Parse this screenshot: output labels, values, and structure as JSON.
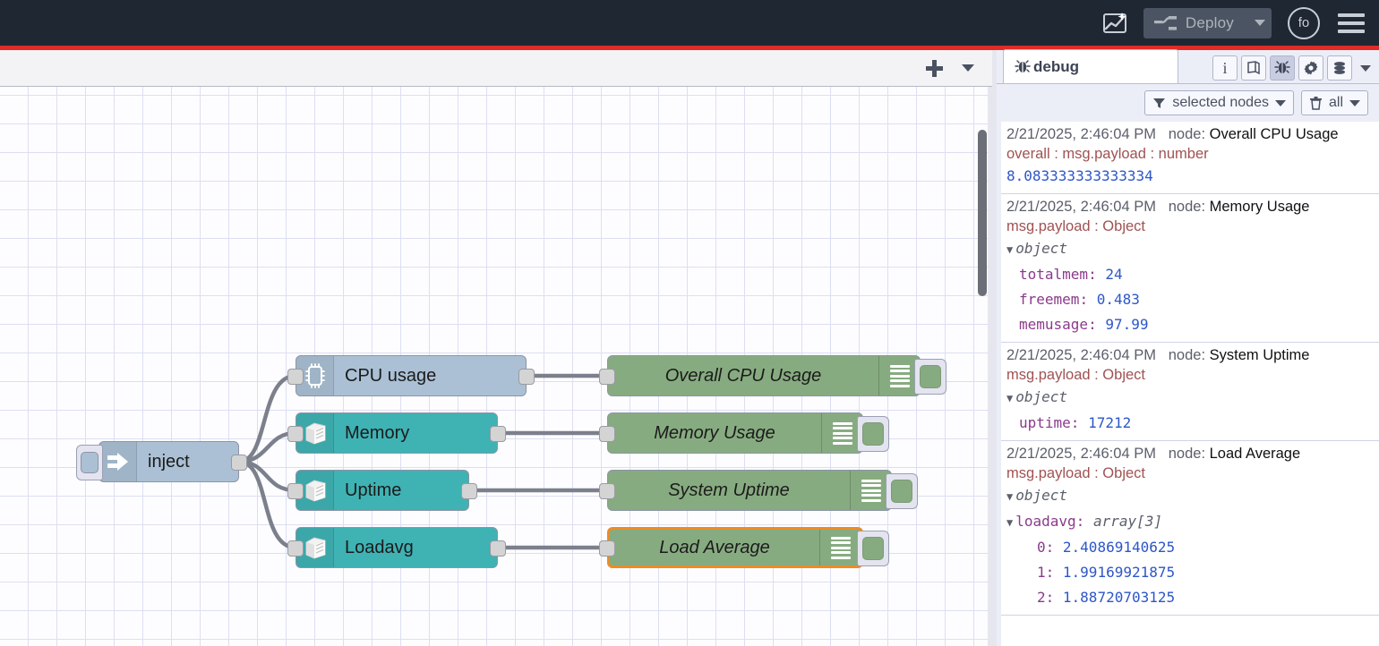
{
  "header": {
    "ai_icon": "flow-sparkle-icon",
    "deploy_label": "Deploy",
    "deploy_icon": "deploy-icon",
    "deploy_caret": "chevron-down-icon",
    "avatar_initials": "fo",
    "menu_icon": "hamburger-menu-icon",
    "accent_color": "#e02b27",
    "bg_color": "#1f2733"
  },
  "workspace": {
    "add_tab_label": "+",
    "tab_menu_icon": "chevron-down-icon",
    "nodes": [
      {
        "id": "inject",
        "label": "inject",
        "type": "inject",
        "icon": "arrow-right-icon",
        "color": "#abc0d4"
      },
      {
        "id": "cpu",
        "label": "CPU usage",
        "type": "cpu",
        "icon": "microchip-icon",
        "color": "#abc0d4"
      },
      {
        "id": "memory",
        "label": "Memory",
        "type": "hw",
        "icon": "server-cube-icon",
        "color": "#3fb2b4"
      },
      {
        "id": "uptime",
        "label": "Uptime",
        "type": "hw",
        "icon": "server-cube-icon",
        "color": "#3fb2b4"
      },
      {
        "id": "loadavg",
        "label": "Loadavg",
        "type": "hw",
        "icon": "server-cube-icon",
        "color": "#3fb2b4"
      },
      {
        "id": "dbg-cpu",
        "label": "Overall CPU Usage",
        "type": "debug",
        "icon": "debug-lines-icon",
        "color": "#87ab80",
        "selected": false
      },
      {
        "id": "dbg-mem",
        "label": "Memory Usage",
        "type": "debug",
        "icon": "debug-lines-icon",
        "color": "#87ab80",
        "selected": false
      },
      {
        "id": "dbg-up",
        "label": "System Uptime",
        "type": "debug",
        "icon": "debug-lines-icon",
        "color": "#87ab80",
        "selected": false
      },
      {
        "id": "dbg-load",
        "label": "Load Average",
        "type": "debug",
        "icon": "debug-lines-icon",
        "color": "#87ab80",
        "selected": true
      }
    ],
    "selection_color": "#ef8b23"
  },
  "sidebar": {
    "tab": {
      "label": "debug",
      "icon": "bug-icon"
    },
    "tools": [
      {
        "name": "info-icon",
        "glyph": "i",
        "active": false
      },
      {
        "name": "book-icon",
        "glyph": "",
        "active": false
      },
      {
        "name": "bug-icon",
        "glyph": "",
        "active": true
      },
      {
        "name": "gear-icon",
        "glyph": "",
        "active": false
      },
      {
        "name": "layers-icon",
        "glyph": "",
        "active": false
      }
    ],
    "tools_caret": "chevron-down-icon",
    "filter": {
      "label": "selected nodes",
      "icon": "filter-icon",
      "caret": "chevron-down-icon"
    },
    "clear": {
      "label": "all",
      "icon": "trash-icon",
      "caret": "chevron-down-icon"
    },
    "messages": [
      {
        "timestamp": "2/21/2025, 2:46:04 PM",
        "node_prefix": "node: ",
        "node": "Overall CPU Usage",
        "topic": "overall : msg.payload : number",
        "kind": "scalar",
        "value": "8.083333333333334"
      },
      {
        "timestamp": "2/21/2025, 2:46:04 PM",
        "node_prefix": "node: ",
        "node": "Memory Usage",
        "topic": "msg.payload : Object",
        "kind": "object",
        "root": "object",
        "props": [
          {
            "key": "totalmem",
            "value": "24"
          },
          {
            "key": "freemem",
            "value": "0.483"
          },
          {
            "key": "memusage",
            "value": "97.99"
          }
        ]
      },
      {
        "timestamp": "2/21/2025, 2:46:04 PM",
        "node_prefix": "node: ",
        "node": "System Uptime",
        "topic": "msg.payload : Object",
        "kind": "object",
        "root": "object",
        "props": [
          {
            "key": "uptime",
            "value": "17212"
          }
        ]
      },
      {
        "timestamp": "2/21/2025, 2:46:04 PM",
        "node_prefix": "node: ",
        "node": "Load Average",
        "topic": "msg.payload : Object",
        "kind": "array",
        "root": "object",
        "array_key": "loadavg",
        "array_type": "array[3]",
        "items": [
          {
            "key": "0",
            "value": "2.40869140625"
          },
          {
            "key": "1",
            "value": "1.99169921875"
          },
          {
            "key": "2",
            "value": "1.88720703125"
          }
        ]
      }
    ]
  }
}
